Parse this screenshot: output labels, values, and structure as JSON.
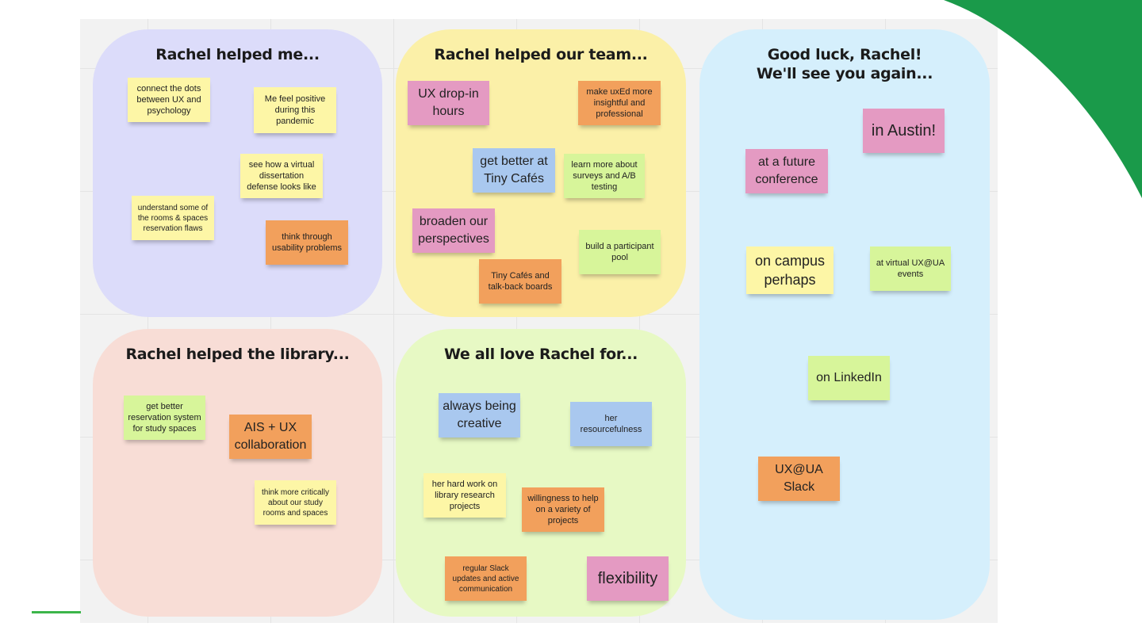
{
  "colors": {
    "board": "#f2f2f2",
    "accent_green": "#1a9a4a",
    "region_helped_me": "#dcdcfa",
    "region_helped_team": "#fbf0a8",
    "region_good_luck": "#d5effc",
    "region_library": "#f8ddd6",
    "region_love": "#e7f9c4",
    "sticky_yellow": "#fdf6a6",
    "sticky_orange": "#f2a05c",
    "sticky_pink": "#e49ac2",
    "sticky_green": "#d7f59a",
    "sticky_blue": "#a9c8ef"
  },
  "regions": {
    "helped_me": {
      "title": "Rachel helped me...",
      "notes": [
        "connect the dots between UX and psychology",
        "Me feel positive during this pandemic",
        "see how a virtual dissertation defense looks like",
        "understand some of the rooms & spaces reservation flaws",
        "think through usability problems"
      ]
    },
    "helped_team": {
      "title": "Rachel helped our team...",
      "notes": [
        "UX drop-in hours",
        "make uxEd more insightful and professional",
        "get better at Tiny Cafés",
        "learn more about surveys and A/B testing",
        "broaden our perspectives",
        "build a participant pool",
        "Tiny Cafés and talk-back boards"
      ]
    },
    "good_luck": {
      "title_line1": "Good luck, Rachel!",
      "title_line2": "We'll see you again...",
      "notes": [
        "in Austin!",
        "at a future conference",
        "on campus perhaps",
        "at virtual UX@UA events",
        "on LinkedIn",
        "UX@UA Slack"
      ]
    },
    "library": {
      "title": "Rachel helped the library...",
      "notes": [
        "get better reservation system for study spaces",
        "AIS + UX collaboration",
        "think more critically about our study rooms and spaces"
      ]
    },
    "love": {
      "title": "We all love Rachel for...",
      "notes": [
        "always being creative",
        "her resourcefulness",
        "her hard work on library research projects",
        "willingness to help on a variety of projects",
        "regular Slack updates and active communication",
        "flexibility"
      ]
    }
  }
}
